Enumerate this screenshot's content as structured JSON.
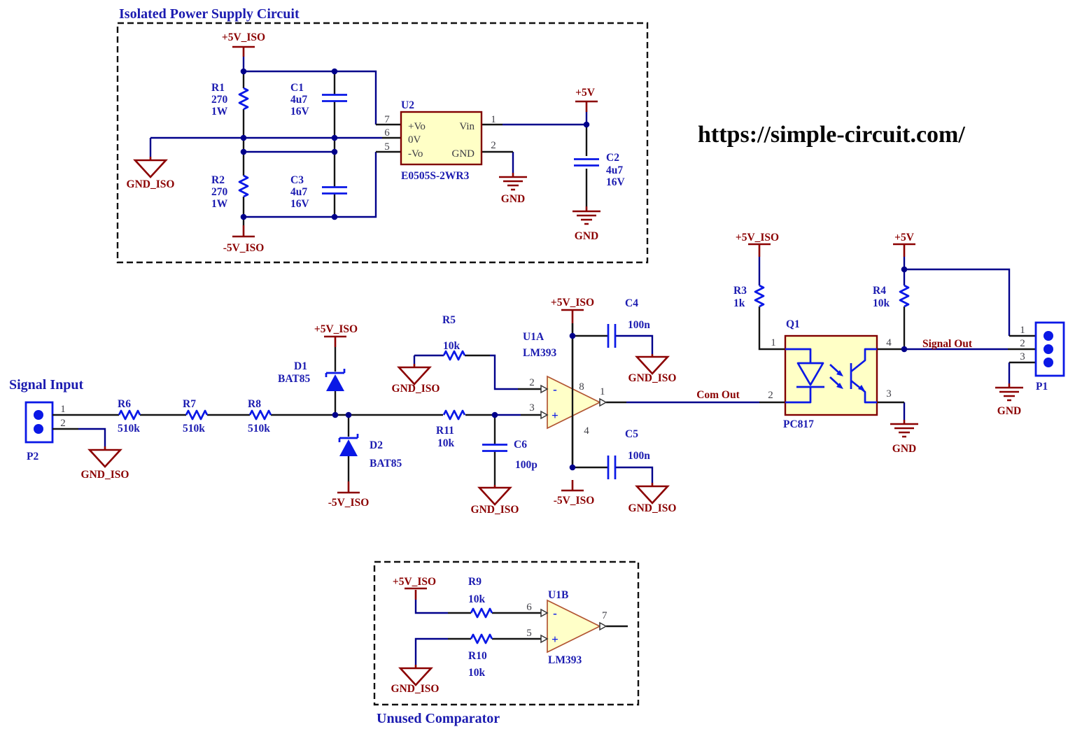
{
  "titles": {
    "power": "Isolated Power Supply Circuit",
    "input": "Signal Input",
    "unused": "Unused Comparator"
  },
  "watermark": "https://simple-circuit.com/",
  "nets": {
    "p5v_iso": "+5V_ISO",
    "n5v_iso": "-5V_ISO",
    "p5v": "+5V",
    "gnd": "GND",
    "gnd_iso": "GND_ISO",
    "com_out": "Com Out",
    "signal_out": "Signal Out"
  },
  "parts": {
    "r1": {
      "ref": "R1",
      "val": "270",
      "watt": "1W"
    },
    "r2": {
      "ref": "R2",
      "val": "270",
      "watt": "1W"
    },
    "r3": {
      "ref": "R3",
      "val": "1k"
    },
    "r4": {
      "ref": "R4",
      "val": "10k"
    },
    "r5": {
      "ref": "R5",
      "val": "10k"
    },
    "r6": {
      "ref": "R6",
      "val": "510k"
    },
    "r7": {
      "ref": "R7",
      "val": "510k"
    },
    "r8": {
      "ref": "R8",
      "val": "510k"
    },
    "r9": {
      "ref": "R9",
      "val": "10k"
    },
    "r10": {
      "ref": "R10",
      "val": "10k"
    },
    "r11": {
      "ref": "R11",
      "val": "10k"
    },
    "c1": {
      "ref": "C1",
      "val": "4u7",
      "volt": "16V"
    },
    "c2": {
      "ref": "C2",
      "val": "4u7",
      "volt": "16V"
    },
    "c3": {
      "ref": "C3",
      "val": "4u7",
      "volt": "16V"
    },
    "c4": {
      "ref": "C4",
      "val": "100n"
    },
    "c5": {
      "ref": "C5",
      "val": "100n"
    },
    "c6": {
      "ref": "C6",
      "val": "100p"
    },
    "d1": {
      "ref": "D1",
      "val": "BAT85"
    },
    "d2": {
      "ref": "D2",
      "val": "BAT85"
    },
    "u2": {
      "ref": "U2",
      "val": "E0505S-2WR3",
      "pvo": "+Vo",
      "p0v": "0V",
      "pnvo": "-Vo",
      "pvin": "Vin",
      "pgnd": "GND",
      "n7": "7",
      "n6": "6",
      "n5": "5",
      "n1": "1",
      "n2": "2"
    },
    "u1a": {
      "ref": "U1A",
      "val": "LM393",
      "minus": "-",
      "plus": "+",
      "n2": "2",
      "n3": "3",
      "n8": "8",
      "n4": "4",
      "n1": "1"
    },
    "u1b": {
      "ref": "U1B",
      "val": "LM393",
      "minus": "-",
      "plus": "+",
      "n6": "6",
      "n5": "5",
      "n7": "7"
    },
    "q1": {
      "ref": "Q1",
      "val": "PC817",
      "n1": "1",
      "n2": "2",
      "n3": "3",
      "n4": "4"
    },
    "p1": {
      "ref": "P1",
      "n1": "1",
      "n2": "2",
      "n3": "3"
    },
    "p2": {
      "ref": "P2",
      "n1": "1",
      "n2": "2"
    }
  },
  "colors": {
    "wire": "#00008B",
    "component": "#0A18E6",
    "label": "#1B1BB0",
    "net_maroon": "#8B0000",
    "symbol_fill": "#FFFFC6",
    "box_border": "#800000",
    "comparator_border": "#B25533",
    "pin_number": "#3F3F46"
  }
}
